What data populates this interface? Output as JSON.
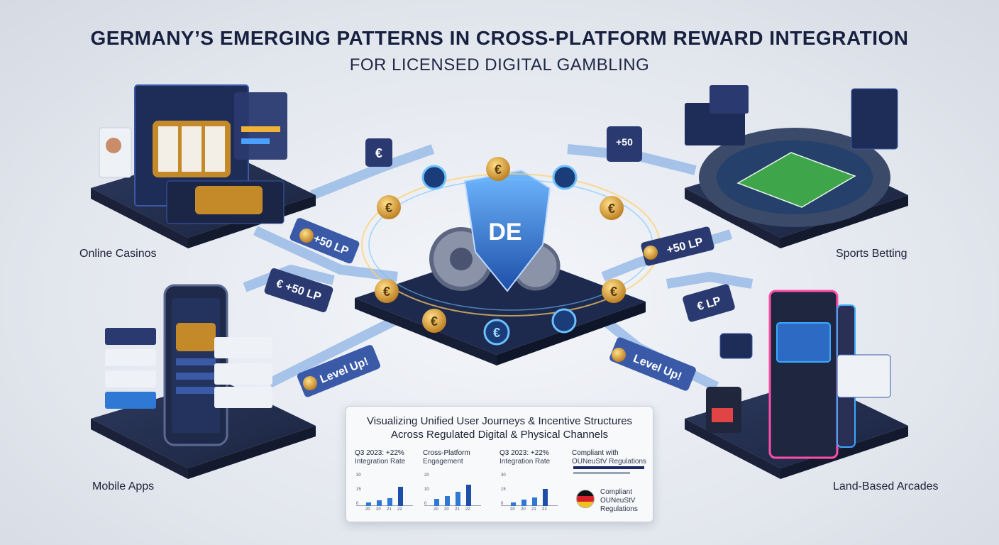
{
  "header": {
    "title": "GERMANY’S EMERGING PATTERNS IN CROSS-PLATFORM REWARD INTEGRATION",
    "subtitle": "FOR LICENSED DIGITAL GAMBLING"
  },
  "nodes": {
    "online_casinos": "Online Casinos",
    "sports_betting": "Sports Betting",
    "mobile_apps": "Mobile Apps",
    "land_based_arcades": "Land-Based Arcades"
  },
  "hub": {
    "badge": "DE",
    "currency_symbol": "€"
  },
  "path_tags": {
    "left_top": "+50 LP",
    "right_top": "+50 LP",
    "left_mid": "€ +50 LP",
    "right_mid": "€ LP",
    "left_bottom": "Level Up!",
    "right_bottom": "Level Up!",
    "top_right_tag": "+50"
  },
  "info_panel": {
    "heading_line1": "Visualizing Unified User Journeys & Incentive Structures",
    "heading_line2": "Across Regulated Digital & Physical Channels",
    "stats": [
      {
        "line1": "Q3 2023: +22%",
        "line2": "Integration Rate"
      },
      {
        "line1": "Cross-Platform",
        "line2": "Engagement"
      },
      {
        "line1": "Q3 2023: +22%",
        "line2": "Integration Rate"
      },
      {
        "line1": "Compliant with",
        "line2": "OUNeuStV Regulations"
      }
    ],
    "compliance_badge": {
      "line1": "Compliant",
      "line2": "OUNeuStV",
      "line3": "Regulations"
    }
  },
  "colors": {
    "navy": "#17203f",
    "accent_blue": "#2f78d4",
    "gold": "#e0a526",
    "neon_blue": "#3aa8ff",
    "neon_pink": "#ff4fa8"
  },
  "chart_data": [
    {
      "type": "bar",
      "categories": [
        "20",
        "20",
        "21",
        "22"
      ],
      "values": [
        4,
        6,
        8,
        20
      ],
      "ylim": [
        0,
        30
      ]
    },
    {
      "type": "bar",
      "categories": [
        "20",
        "20",
        "21",
        "22"
      ],
      "values": [
        5,
        7,
        10,
        15
      ],
      "ylim": [
        0,
        20
      ]
    },
    {
      "type": "bar",
      "categories": [
        "20",
        "20",
        "21",
        "22"
      ],
      "values": [
        4,
        7,
        9,
        18
      ],
      "ylim": [
        0,
        30
      ]
    }
  ]
}
